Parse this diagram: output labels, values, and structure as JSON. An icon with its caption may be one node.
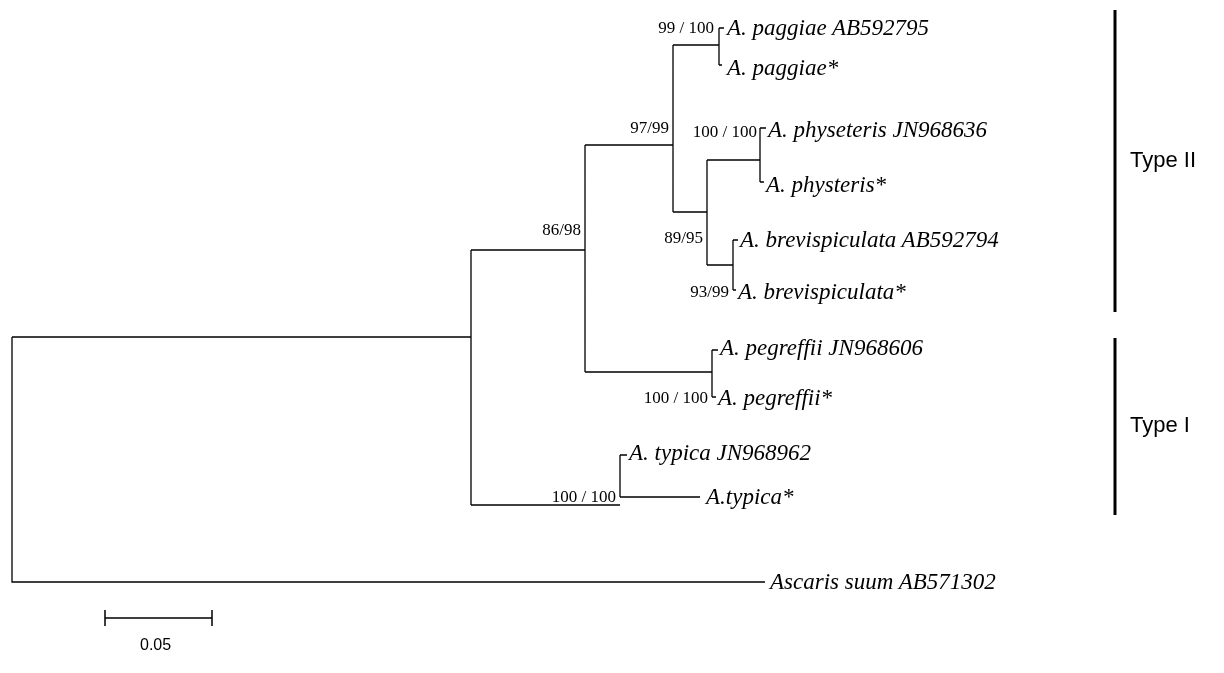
{
  "diagram": {
    "labels": [
      "99 / 100",
      "A. paggiae AB592795",
      "A. paggiae*",
      "97/99",
      "100 / 100",
      "A. physeteris JN968636",
      "Type II",
      "A. physteris*",
      "86/98",
      "89/95",
      "A. brevispiculata AB592794",
      "93/99",
      "A. brevispiculata*",
      "A. pegreffii JN968606",
      "100 / 100",
      "A. pegreffii*",
      "Type I",
      "A. typica JN968962",
      "100 / 100",
      "A.typica*",
      "Ascaris suum AB571302",
      "0.05"
    ]
  }
}
